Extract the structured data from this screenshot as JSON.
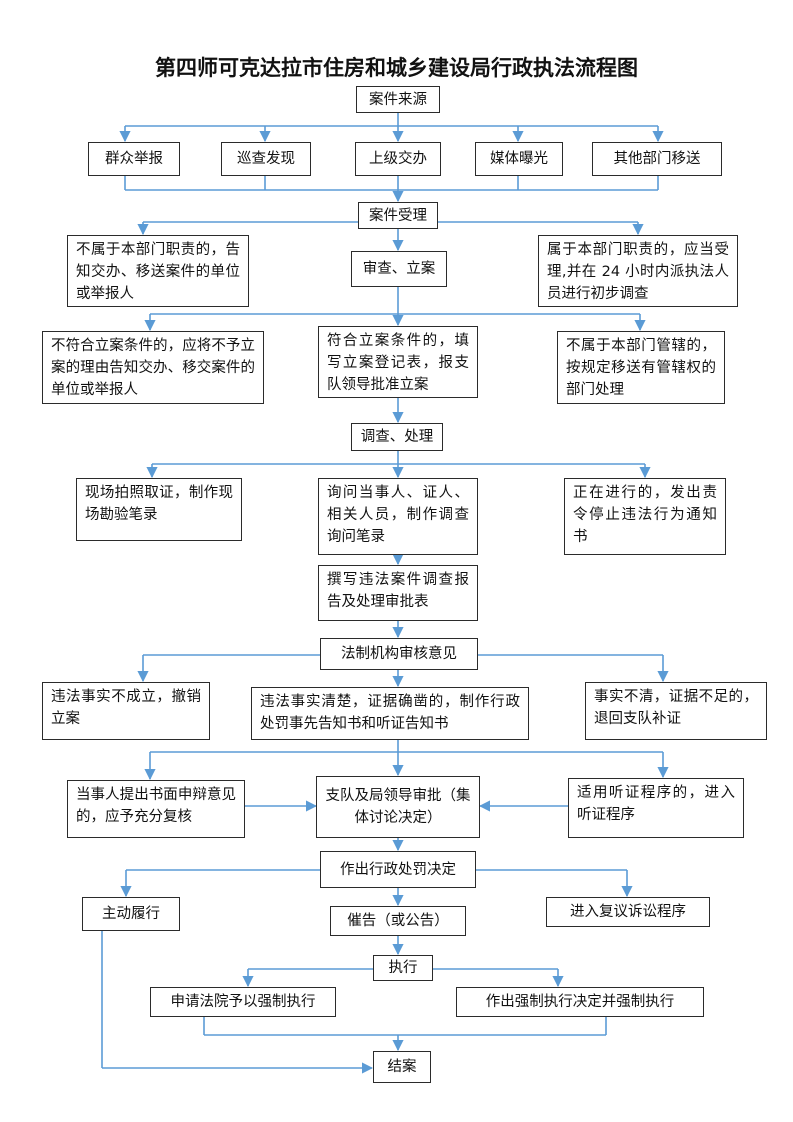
{
  "title": "第四师可克达拉市住房和城乡建设局行政执法流程图",
  "colors": {
    "connector": "#5b9bd5",
    "border": "#2b2b2b",
    "text": "#111111"
  },
  "nodes": {
    "source": "案件来源",
    "s1": "群众举报",
    "s2": "巡查发现",
    "s3": "上级交办",
    "s4": "媒体曝光",
    "s5": "其他部门移送",
    "accept": "案件受理",
    "not_dept": "不属于本部门职责的，告知交办、移送案件的单位或举报人",
    "review": "审查、立案",
    "is_dept": "属于本部门职责的，应当受理,并在 24 小时内派执法人员进行初步调查",
    "not_meet": "不符合立案条件的，应将不予立案的理由告知交办、移交案件的单位或举报人",
    "meet": "符合立案条件的，填写立案登记表，报支队领导批准立案",
    "not_juris": "不属于本部门管辖的，按规定移送有管辖权的部门处理",
    "investigate": "调查、处理",
    "photo": "现场拍照取证，制作现场勘验笔录",
    "inquire": "询问当事人、证人、相关人员，制作调查询问笔录",
    "ongoing": "正在进行的，发出责令停止违法行为通知书",
    "report": "撰写违法案件调查报告及处理审批表",
    "legal": "法制机构审核意见",
    "revoke": "违法事实不成立，撤销立案",
    "clear": "违法事实清楚，证据确凿的，制作行政处罚事先告知书和听证告知书",
    "unclear": "事实不清，证据不足的，退回支队补证",
    "defend": "当事人提出书面申辩意见的，应予充分复核",
    "leader": "支队及局领导审批（集体讨论决定）",
    "hearing": "适用听证程序的，进入听证程序",
    "decision": "作出行政处罚决定",
    "voluntary": "主动履行",
    "urge": "催告（或公告）",
    "appeal": "进入复议诉讼程序",
    "execute": "执行",
    "court": "申请法院予以强制执行",
    "force": "作出强制执行决定并强制执行",
    "close": "结案"
  }
}
